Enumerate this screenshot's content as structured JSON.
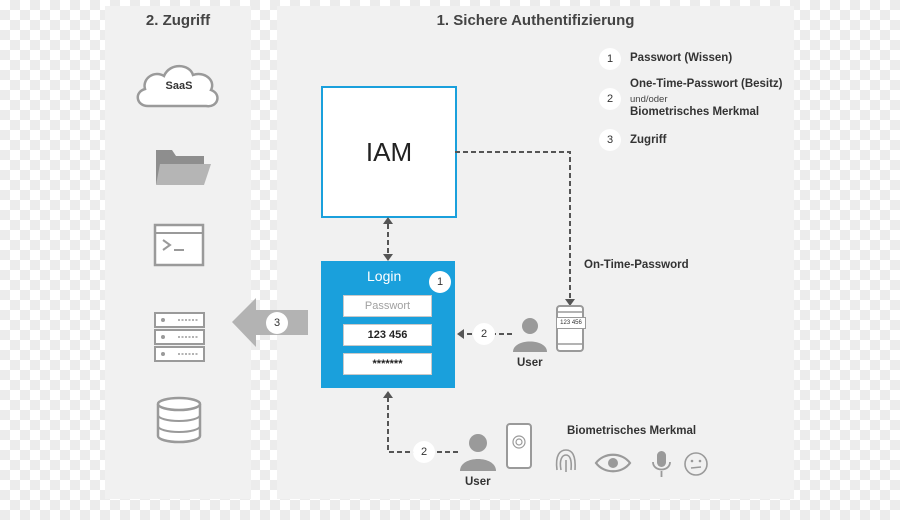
{
  "left_panel": {
    "title": "2. Zugriff",
    "saas_label": "SaaS",
    "step_badge": "3"
  },
  "right_panel": {
    "title": "1. Sichere Authentifizierung"
  },
  "legend": [
    {
      "num": "1",
      "text": "Passwort (Wissen)"
    },
    {
      "num": "2",
      "text": "One-Time-Passwort (Besitz)",
      "sub": "und/oder",
      "text2": "Biometrisches Merkmal"
    },
    {
      "num": "3",
      "text": "Zugriff"
    }
  ],
  "iam": {
    "label": "IAM"
  },
  "login": {
    "title": "Login",
    "badge": "1",
    "password_placeholder": "Passwort",
    "otp_value": "123 456",
    "secret_value": "*******"
  },
  "otp_flow": {
    "label": "On-Time-Password",
    "phone_code": "123 456",
    "step": "2",
    "user_label": "User"
  },
  "bio_flow": {
    "label": "Biometrisches Merkmal",
    "step": "2",
    "user_label": "User"
  },
  "colors": {
    "accent": "#1aa0dc",
    "panel": "#f1f1f1",
    "icon": "#9a9a9a"
  }
}
